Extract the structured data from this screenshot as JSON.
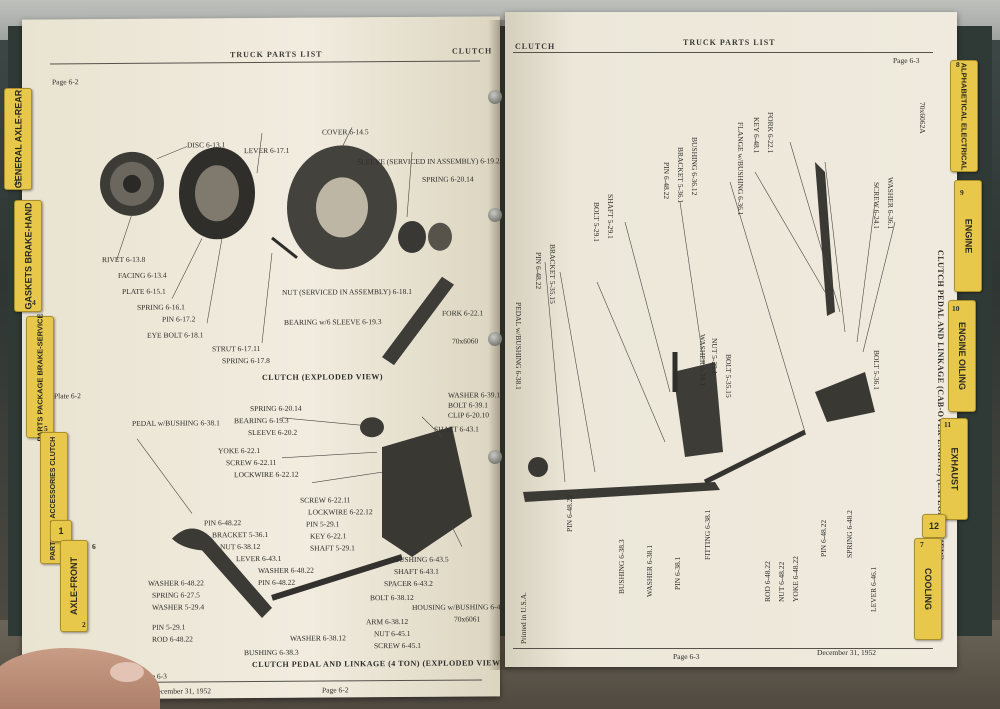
{
  "left_page": {
    "header_title": "TRUCK PARTS LIST",
    "header_section": "CLUTCH",
    "page_label": "Page 6-2",
    "upper_caption": "CLUTCH (EXPLODED VIEW)",
    "upper_plate": "Plate 6-2",
    "upper_fig_no": "70x6060",
    "lower_caption": "CLUTCH PEDAL AND LINKAGE (4 TON) (EXPLODED VIEW)",
    "lower_plate": "Plate 6-3",
    "lower_fig_no": "70x6061",
    "footer_date": "December 31, 1952",
    "footer_page": "Page 6-2",
    "upper_labels": [
      "DISC 6-13.1",
      "LEVER 6-17.1",
      "COVER 6-14.5",
      "SLEEVE (SERVICED IN ASSEMBLY) 6-19.2",
      "SPRING 6-20.14",
      "RIVET 6-13.8",
      "FACING 6-13.4",
      "PLATE 6-15.1",
      "SPRING 6-16.1",
      "PIN 6-17.2",
      "EYE BOLT 6-18.1",
      "STRUT 6-17.11",
      "SPRING 6-17.8",
      "NUT (SERVICED IN ASSEMBLY) 6-18.1",
      "BEARING w/6 SLEEVE 6-19.3",
      "FORK 6-22.1"
    ],
    "lower_labels_left": [
      "PEDAL w/BUSHING 6-38.1",
      "SPRING 6-20.14",
      "BEARING 6-19.3",
      "SLEEVE 6-20.2",
      "YOKE 6-22.1",
      "SCREW 6-22.11",
      "LOCKWIRE 6-22.12",
      "SCREW 6-22.11",
      "LOCKWIRE 6-22.12",
      "PIN 6-48.22",
      "BRACKET 5-36.1",
      "NUT 6-38.12",
      "LEVER 6-43.1",
      "WASHER 6-48.22",
      "PIN 6-48.22",
      "WASHER 6-48.22",
      "SPRING 6-27.5",
      "WASHER 5-29.4",
      "PIN 5-29.1",
      "ROD 6-48.22",
      "BUSHING 6-38.3"
    ],
    "lower_labels_right": [
      "WASHER 6-39.1",
      "BOLT 6-39.1",
      "CLIP 6-20.10",
      "SHAFT 6-43.1",
      "PIN 5-29.1",
      "KEY 6-22.1",
      "SHAFT 5-29.1",
      "BUSHING 6-43.5",
      "SHAFT 6-43.1",
      "SPACER 6-43.2",
      "BOLT 6-38.12",
      "HOUSING w/BUSHING 6-43.1",
      "ARM 6-38.12",
      "NUT 6-45.1",
      "SCREW 6-45.1",
      "WASHER 6-38.12"
    ]
  },
  "right_page": {
    "header_section": "CLUTCH",
    "header_title": "TRUCK PARTS LIST",
    "page_label": "Page 6-3",
    "caption": "CLUTCH PEDAL AND LINKAGE (CAB-OVER-ENGINE) (EXPLODED VIEW)",
    "plate": "Plate 6-4",
    "fig_no": "70x6062A",
    "footer_page": "Page 6-3",
    "footer_date": "December 31, 1952",
    "footer_print": "Printed in U.S.A.",
    "labels": [
      "PEDAL w/BUSHING 6-38.1",
      "PIN 6-48.22",
      "BRACKET 5-35.15",
      "BOLT 5-29.1",
      "SHAFT 5-29.1",
      "PIN 6-48.22",
      "BRACKET 5-36.1",
      "BUSHING 6-36.12",
      "FLANGE w/BUSHING 6-36.1",
      "KEY 6-48.1",
      "FORK 6-22.1",
      "SCREW 6-24.1",
      "WASHER 6-36.1",
      "WASHER 5-29.1",
      "NUT 5-29.1",
      "BOLT 5-35.15",
      "BOLT 5-36.1",
      "PIN 6-48.22",
      "BUSHING 6-38.3",
      "WASHER 6-38.1",
      "PIN 6-38.1",
      "FITTING 6-38.1",
      "ROD 6-48.22",
      "NUT 6-48.22",
      "YOKE 6-48.22",
      "PIN 6-48.22",
      "SPRING 6-48.2",
      "LEVER 6-46.1"
    ]
  },
  "tabs_left": [
    {
      "number": "3",
      "label": "GENERAL AXLE-REAR"
    },
    {
      "number": "4",
      "label": "GASKETS BRAKE-HAND"
    },
    {
      "number": "5",
      "label": "PARTS PACKAGE BRAKE-SERVICE"
    },
    {
      "number": "6",
      "label": "PARTS FOR ACCESSORIES CLUTCH"
    },
    {
      "number": "1",
      "label": ""
    },
    {
      "number": "2",
      "label": "AXLE-FRONT"
    }
  ],
  "tabs_right": [
    {
      "number": "8",
      "label": "ALPHABETICAL ELECTRICAL"
    },
    {
      "number": "9",
      "label": "ENGINE"
    },
    {
      "number": "10",
      "label": "ENGINE OILING"
    },
    {
      "number": "11",
      "label": "EXHAUST"
    },
    {
      "number": "12",
      "label": ""
    },
    {
      "number": "7",
      "label": "COOLING"
    }
  ],
  "colors": {
    "page": "#ece7d8",
    "tab": "#e7c84a",
    "ink": "#2f2e2a",
    "cover": "#2f3a36"
  }
}
